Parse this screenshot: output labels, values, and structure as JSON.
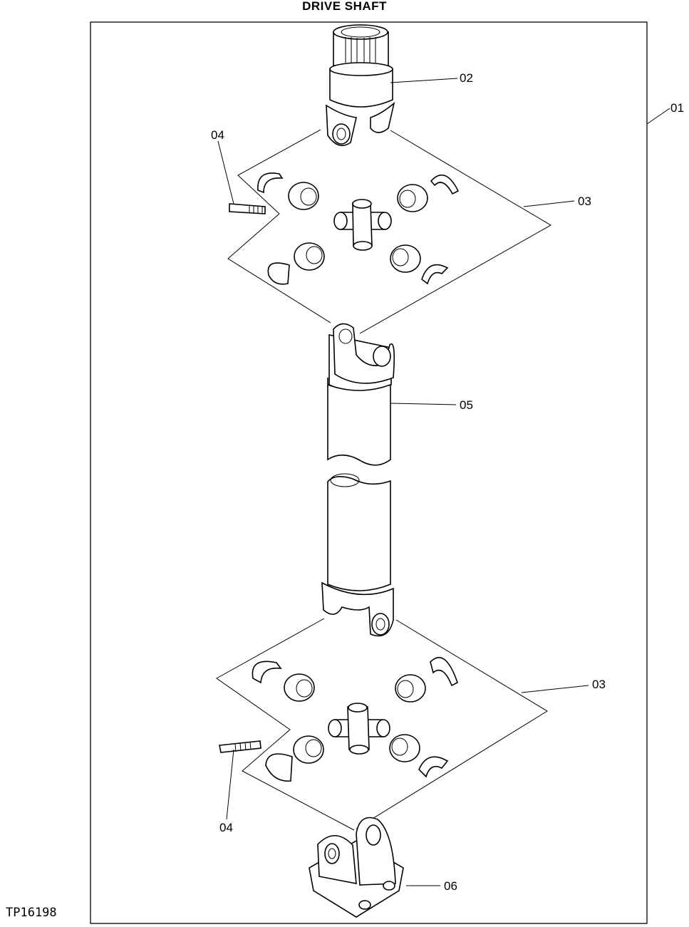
{
  "title": "DRIVE SHAFT",
  "reference": "TP16198",
  "callouts": {
    "assembly": "01",
    "yoke_splined": "02",
    "bearing_kit_upper": "03",
    "bearing_kit_lower": "03",
    "cap_screw_upper": "04",
    "cap_screw_lower": "04",
    "shaft_tube": "05",
    "flange_yoke": "06"
  },
  "icons": [
    "splined-slip-yoke",
    "universal-joint-cross",
    "bearing-cup",
    "retaining-strap",
    "cap-screw",
    "tube-shaft",
    "flange-yoke"
  ]
}
